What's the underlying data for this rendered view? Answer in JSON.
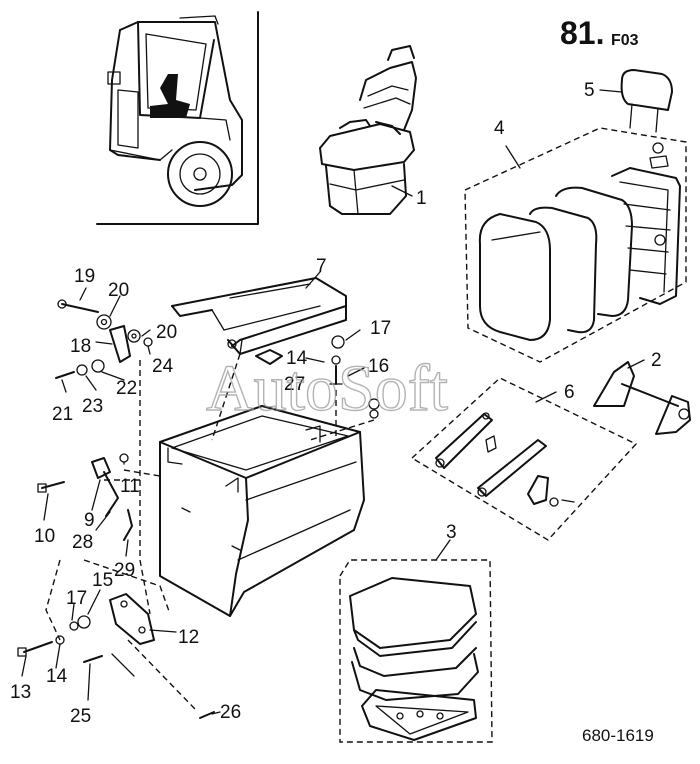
{
  "page": {
    "number": "81.",
    "section": "F03",
    "drawing_ref": "680-1619",
    "watermark": "AutoSoft"
  },
  "callouts": [
    "1",
    "2",
    "3",
    "4",
    "5",
    "6",
    "7",
    "9",
    "10",
    "11",
    "12",
    "13",
    "14",
    "14",
    "15",
    "16",
    "17",
    "17",
    "18",
    "19",
    "20",
    "20",
    "21",
    "22",
    "23",
    "24",
    "25",
    "26",
    "27",
    "28",
    "29"
  ]
}
